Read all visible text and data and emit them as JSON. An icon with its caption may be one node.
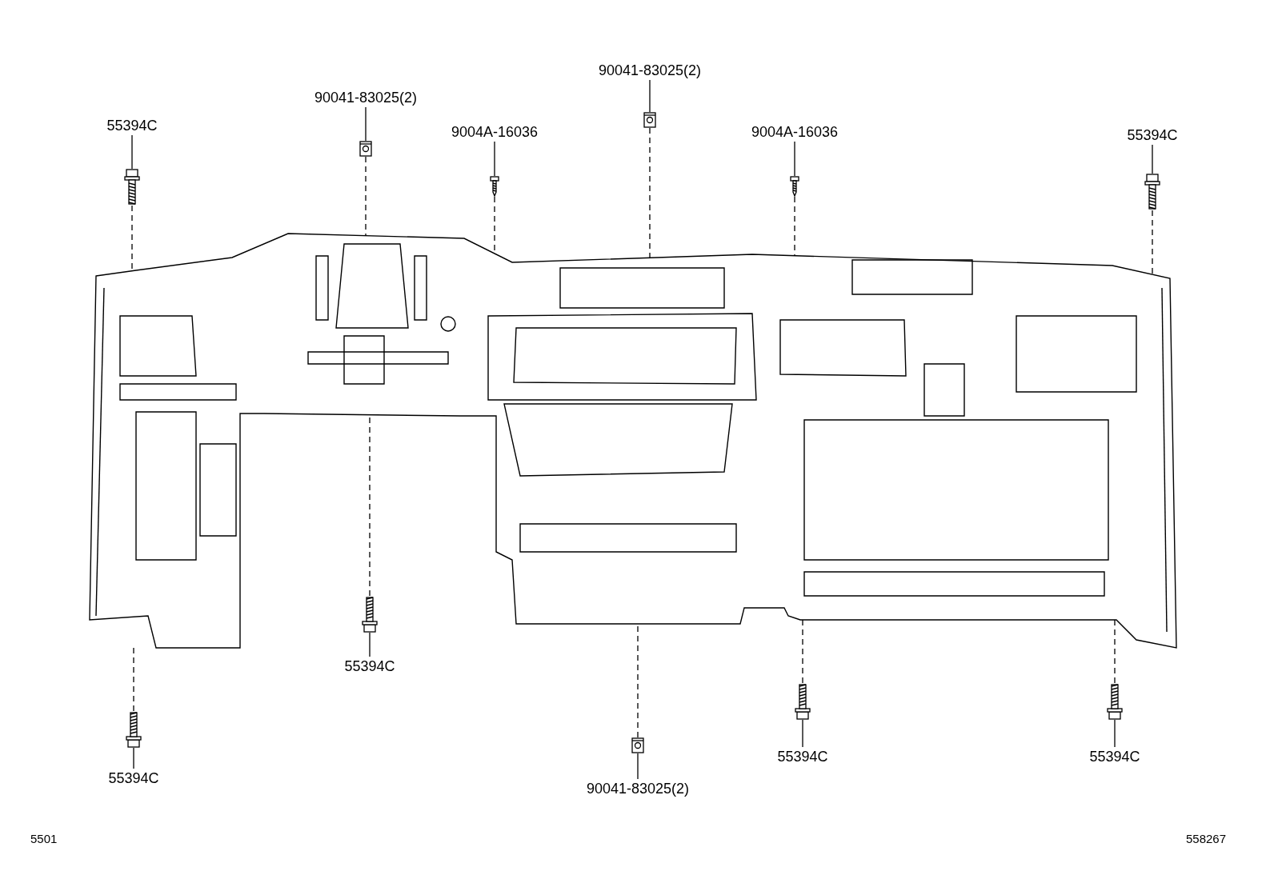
{
  "diagram": {
    "nodes": [
      {
        "text": [
          "90041-83025(2)"
        ]
      },
      {
        "text": [
          "90041-83025(2)"
        ]
      },
      {
        "text": [
          "55394C"
        ]
      },
      {
        "text": [
          "9004A-16036"
        ]
      },
      {
        "text": [
          "9004A-16036"
        ]
      },
      {
        "text": [
          "55394C"
        ]
      },
      {
        "text": [
          "55394C"
        ]
      },
      {
        "text": [
          "55394C"
        ]
      },
      {
        "text": [
          "55394C"
        ]
      },
      {
        "text": [
          "55394C"
        ]
      },
      {
        "text": [
          "90041-83025(2)"
        ]
      },
      {
        "text": [],
        "shape": "picture"
      },
      {
        "text": [],
        "shape": "picture"
      },
      {
        "text": [],
        "shape": "picture"
      },
      {
        "text": [],
        "shape": "picture"
      },
      {
        "text": [],
        "shape": "picture"
      },
      {
        "text": [],
        "shape": "picture"
      },
      {
        "text": [],
        "shape": "picture"
      },
      {
        "text": [],
        "shape": "picture"
      },
      {
        "text": [],
        "shape": "picture"
      },
      {
        "text": [],
        "shape": "picture"
      },
      {
        "text": [],
        "shape": "picture"
      },
      {
        "text": [],
        "shape": "picture"
      }
    ],
    "edges": [
      {
        "from": 0,
        "to": 11,
        "arrow": "none"
      },
      {
        "from": 1,
        "to": 12,
        "arrow": "none"
      },
      {
        "from": 2,
        "to": 13,
        "arrow": "none"
      },
      {
        "from": 3,
        "to": 14,
        "arrow": "none"
      },
      {
        "from": 4,
        "to": 15,
        "arrow": "none"
      },
      {
        "from": 5,
        "to": 16,
        "arrow": "none"
      },
      {
        "from": 6,
        "to": 17,
        "arrow": "none"
      },
      {
        "from": 7,
        "to": 18,
        "arrow": "none"
      },
      {
        "from": 8,
        "to": 19,
        "arrow": "none"
      },
      {
        "from": 9,
        "to": 20,
        "arrow": "none"
      },
      {
        "from": 10,
        "to": 21,
        "arrow": "none"
      },
      {
        "from": 11,
        "to": 22,
        "arrow": "none",
        "style": "dashed"
      },
      {
        "from": 12,
        "to": 22,
        "arrow": "none",
        "style": "dashed"
      },
      {
        "from": 13,
        "to": 22,
        "arrow": "none",
        "style": "dashed"
      },
      {
        "from": 14,
        "to": 22,
        "arrow": "none",
        "style": "dashed"
      },
      {
        "from": 15,
        "to": 22,
        "arrow": "none",
        "style": "dashed"
      },
      {
        "from": 16,
        "to": 22,
        "arrow": "none",
        "style": "dashed"
      },
      {
        "from": 17,
        "to": 22,
        "arrow": "none",
        "style": "dashed"
      },
      {
        "from": 18,
        "to": 22,
        "arrow": "none",
        "style": "dashed"
      },
      {
        "from": 19,
        "to": 22,
        "arrow": "none",
        "style": "dashed"
      },
      {
        "from": 20,
        "to": 22,
        "arrow": "none",
        "style": "dashed"
      },
      {
        "from": 21,
        "to": 22,
        "arrow": "none",
        "style": "dashed"
      }
    ],
    "labels": [
      "5501",
      "558267"
    ]
  }
}
